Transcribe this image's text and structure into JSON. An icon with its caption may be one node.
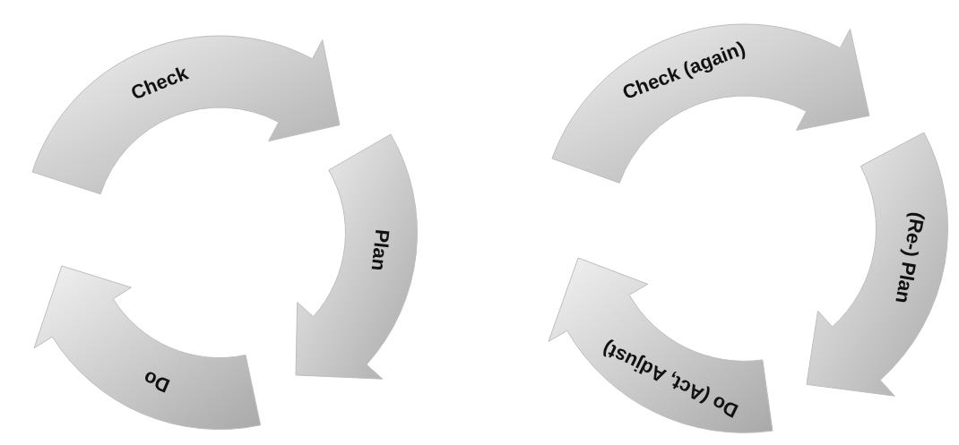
{
  "diagram": {
    "nodes": [
      {
        "text": [
          "Check"
        ]
      },
      {
        "text": [
          "Plan"
        ]
      },
      {
        "text": [
          "Do"
        ]
      },
      {
        "text": [
          "Check (again)"
        ]
      },
      {
        "text": [
          "(Re-) Plan"
        ]
      },
      {
        "text": [
          "Do (Act, Adjust)"
        ]
      }
    ]
  }
}
